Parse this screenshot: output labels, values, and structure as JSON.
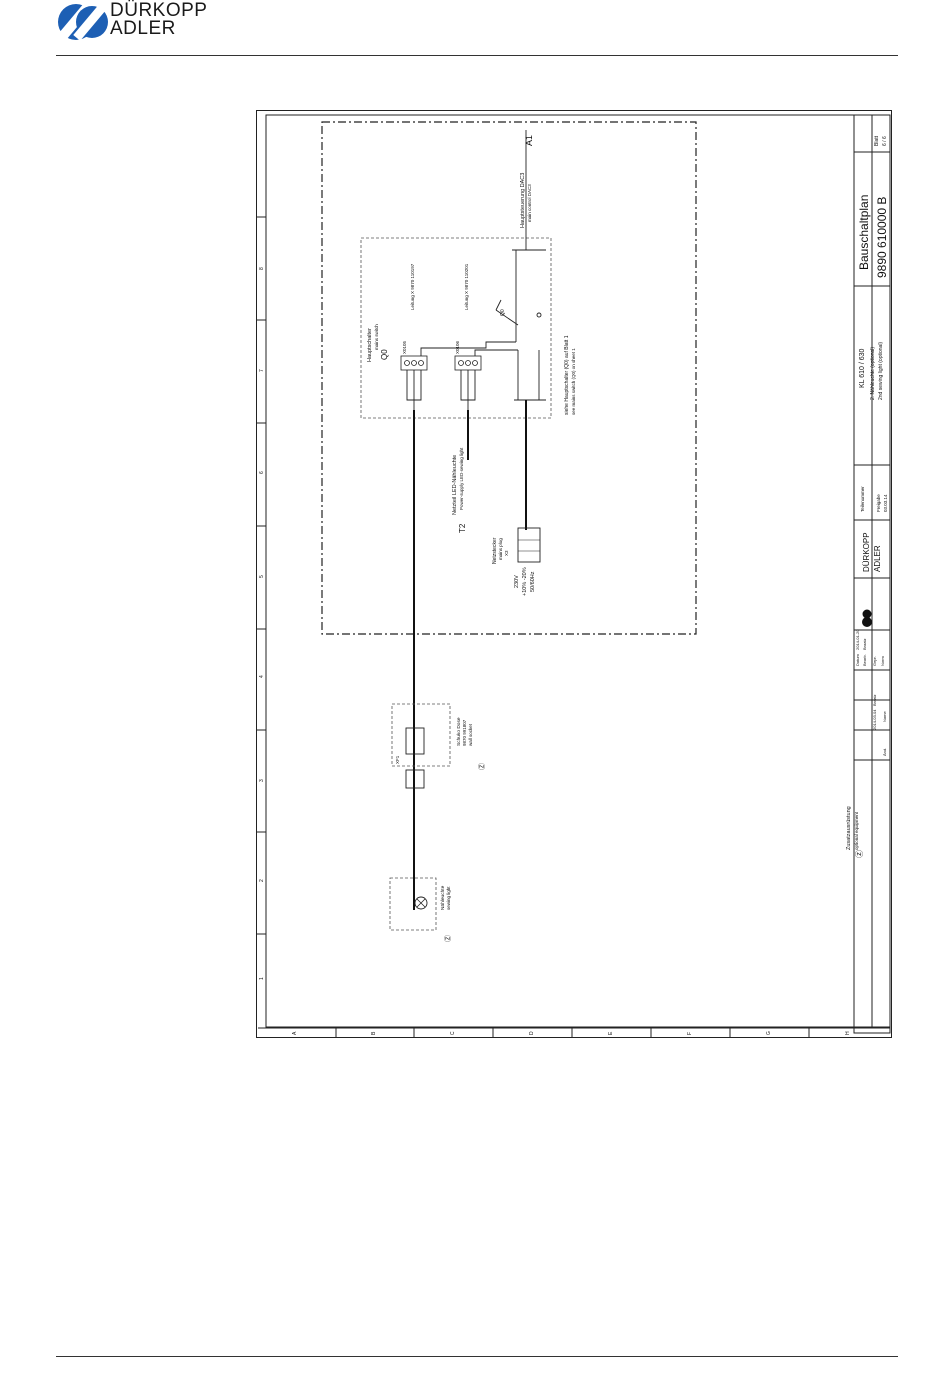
{
  "brand": {
    "line1": "DÜRKOPP",
    "line2": "ADLER",
    "color": "#1d5fb4"
  },
  "drawing": {
    "title_block": {
      "title": "Bauschaltplan",
      "number": "9890 610000 B",
      "sheet_label": "Blatt",
      "sheet": "6 / 6",
      "model": "KL 610 / 630",
      "subtitle_de": "2. Nähleuchte (optional)",
      "subtitle_en": "2nd sewing light (optional)",
      "datum_label": "Datum",
      "datum_value": "2014-01-20",
      "bearb_label": "Bearb.",
      "bearb_value": "Braatz",
      "gepr_label": "Gepr.",
      "norm_label": "Norm",
      "status": "Freigabe",
      "status_date": "03.03.14",
      "rev_date": "2014-03-04",
      "rev_name": "Braatz",
      "aend_label": "Änd.",
      "name_label": "Name",
      "tb_logo_line1": "DÜRKOPP",
      "tb_logo_line2": "ADLER",
      "teilenummer": "Teilenummer"
    },
    "main_switch_box": {
      "title_de": "Hauptschalter",
      "title_en": "mains switch",
      "ref": "Q0",
      "connector1": "X0105",
      "connector2": "X0106",
      "cable1": "Leitung X 9870 110197",
      "cable2": "Leitung X 9870 110201",
      "switch": "Q0"
    },
    "main_control": {
      "label_de": "Hauptsteuerung DAC3",
      "label_en": "main control DAC3",
      "ref": "A1"
    },
    "power_supply": {
      "label_de": "Netzteil LED-Nähleuchte",
      "label_en": "Power-supply LED-sewing light",
      "ref": "T2"
    },
    "mains_plug": {
      "label_de": "Netzstecker",
      "label_en": "mains plug",
      "ref": "X3",
      "voltage": "230V",
      "tolerance": "+10% -20%",
      "frequency": "50/60Hz"
    },
    "note": {
      "de": "siehe Hauptschalter (Q0) auf Blatt 1",
      "en": "see mains switch (Q0) on sheet 1"
    },
    "socket": {
      "label_de": "Schuko Dose",
      "number": "9870 991807",
      "label_en": "wall socket",
      "ref": "XF1"
    },
    "lamp": {
      "label_de": "Nähleuchte",
      "label_en": "sewing light"
    },
    "legend": {
      "de": "Zusatzausrüstung",
      "en": "optional equipment"
    },
    "zone_numbers": [
      "1",
      "2",
      "3",
      "4",
      "5",
      "6",
      "7",
      "8"
    ],
    "bottom_letters": [
      "A",
      "B",
      "C",
      "D",
      "E",
      "F",
      "G",
      "H"
    ]
  }
}
